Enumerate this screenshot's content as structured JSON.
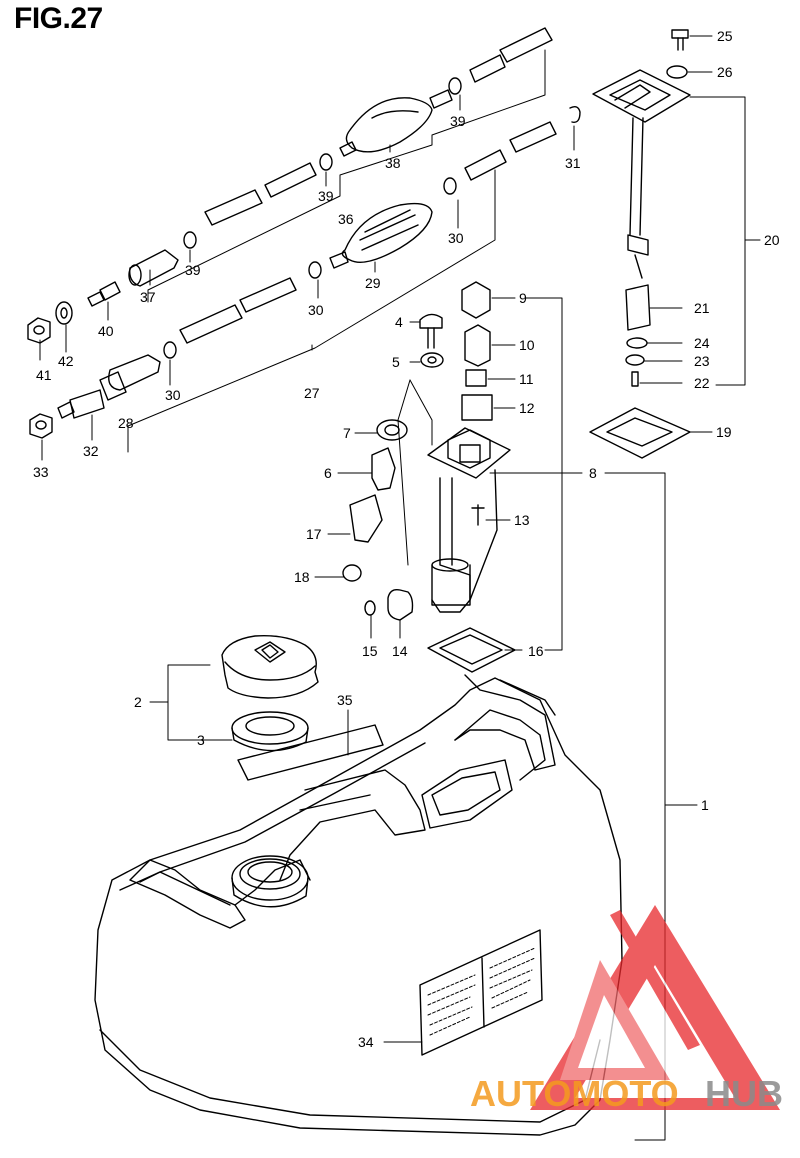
{
  "figure": {
    "title": "FIG.27"
  },
  "callouts": [
    {
      "label": "1"
    },
    {
      "label": "2"
    },
    {
      "label": "3"
    },
    {
      "label": "4"
    },
    {
      "label": "5"
    },
    {
      "label": "6"
    },
    {
      "label": "7"
    },
    {
      "label": "8"
    },
    {
      "label": "9"
    },
    {
      "label": "10"
    },
    {
      "label": "11"
    },
    {
      "label": "12"
    },
    {
      "label": "13"
    },
    {
      "label": "14"
    },
    {
      "label": "15"
    },
    {
      "label": "16"
    },
    {
      "label": "17"
    },
    {
      "label": "18"
    },
    {
      "label": "19"
    },
    {
      "label": "20"
    },
    {
      "label": "21"
    },
    {
      "label": "22"
    },
    {
      "label": "23"
    },
    {
      "label": "24"
    },
    {
      "label": "25"
    },
    {
      "label": "26"
    },
    {
      "label": "27"
    },
    {
      "label": "28"
    },
    {
      "label": "29"
    },
    {
      "label": "30"
    },
    {
      "label": "30"
    },
    {
      "label": "30"
    },
    {
      "label": "31"
    },
    {
      "label": "32"
    },
    {
      "label": "33"
    },
    {
      "label": "34"
    },
    {
      "label": "35"
    },
    {
      "label": "36"
    },
    {
      "label": "37"
    },
    {
      "label": "38"
    },
    {
      "label": "39"
    },
    {
      "label": "39"
    },
    {
      "label": "39"
    },
    {
      "label": "40"
    },
    {
      "label": "41"
    },
    {
      "label": "42"
    }
  ],
  "watermark": {
    "part1": "AUTOMOTO",
    "part2": "HUB"
  },
  "colors": {
    "line": "#000000",
    "watermark_red": "#e8282c",
    "watermark_orange": "#f39a1f",
    "watermark_gray": "#8a8a8a"
  }
}
